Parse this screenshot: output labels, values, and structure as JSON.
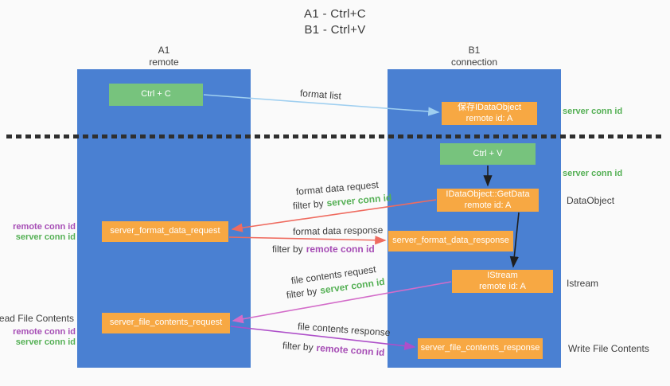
{
  "title": {
    "line1": "A1 - Ctrl+C",
    "line2": "B1 - Ctrl+V"
  },
  "columns": {
    "a1": {
      "label": "A1",
      "sublabel": "remote"
    },
    "b1": {
      "label": "B1",
      "sublabel": "connection"
    }
  },
  "buttons": {
    "ctrl_c": "Ctrl + C",
    "ctrl_v": "Ctrl + V"
  },
  "boxes": {
    "save_dataobject": {
      "line1": "保存IDataObject",
      "line2": "remote id: A"
    },
    "getdata": {
      "line1": "IDataObject::GetData",
      "line2": "remote id: A"
    },
    "istream": {
      "line1": "IStream",
      "line2": "remote id: A"
    },
    "format_request": {
      "label": "server_format_data_request"
    },
    "format_response": {
      "label": "server_format_data_response"
    },
    "file_request": {
      "label": "server_file_contents_request"
    },
    "file_response": {
      "label": "server_file_contents_response"
    }
  },
  "arrow_labels": {
    "format_list": "format list",
    "format_data_request": "format data request",
    "format_data_response": "format data response",
    "file_contents_request": "file contents request",
    "file_contents_response": "file contents response"
  },
  "terms": {
    "filter_by": "filter by",
    "server_conn_id": "server conn id",
    "remote_conn_id": "remote conn id"
  },
  "side_labels": {
    "dataobject": "DataObject",
    "istream": "Istream",
    "read_file_contents": "Read File Contents",
    "write_file_contents": "Write File Contents"
  },
  "colors": {
    "column_blue": "#4a80d2",
    "button_green": "#77c37d",
    "box_orange": "#f7a843",
    "server_conn_green": "#55b055",
    "remote_conn_purple": "#a64db5",
    "arrow_light_blue": "#9fcff0",
    "arrow_red": "#ef6b5f",
    "arrow_pink": "#d36cc9",
    "arrow_purple": "#ae4fc9",
    "arrow_black": "#1f1f1f"
  }
}
